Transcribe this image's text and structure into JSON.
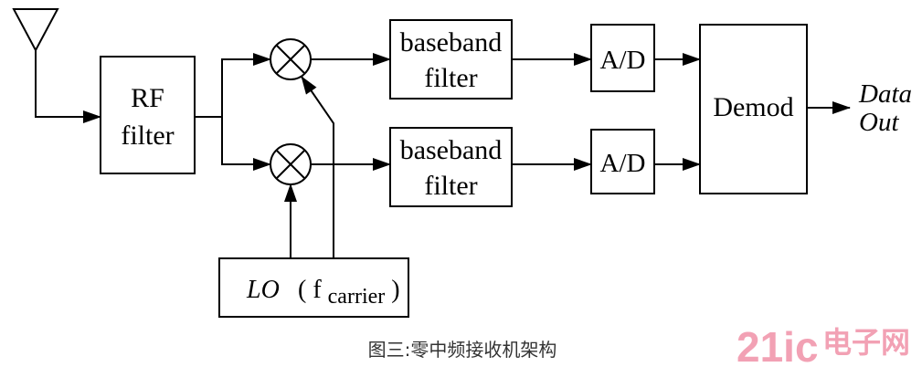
{
  "icons": {
    "antenna": "antenna-icon",
    "mixer": "multiply-icon"
  },
  "rf_filter": {
    "line1": "RF",
    "line2": "filter"
  },
  "baseband_filters": [
    {
      "line1": "baseband",
      "line2": "filter"
    },
    {
      "line1": "baseband",
      "line2": "filter"
    }
  ],
  "adcs": [
    {
      "label": "A/D"
    },
    {
      "label": "A/D"
    }
  ],
  "demod": {
    "label": "Demod"
  },
  "output": {
    "line1": "Data",
    "line2": "Out"
  },
  "lo": {
    "name": "LO",
    "open": "(",
    "freq": "f",
    "freq_sub": "carrier",
    "close": ")"
  },
  "caption": "图三:零中频接收机架构",
  "watermark": {
    "brand": "21ic",
    "site": "电子网"
  },
  "colors": {
    "line": "#000000",
    "caption": "#333333",
    "watermark": "#f2a1b4"
  }
}
